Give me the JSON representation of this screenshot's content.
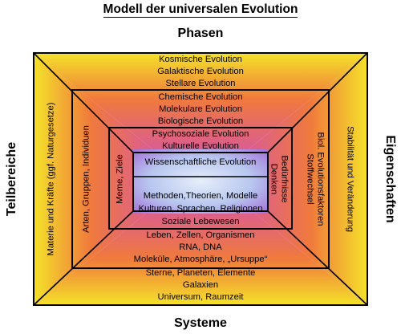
{
  "title": "Modell der universalen Evolution",
  "labels": {
    "top": "Phasen",
    "bottom": "Systeme",
    "left": "Teilbereiche",
    "right": "Eigenschaften"
  },
  "phases": [
    "Kosmische Evolution",
    "Galaktische Evolution",
    "Stellare Evolution",
    "Chemische Evolution",
    "Molekulare Evolution",
    "Biologische Evolution",
    "Psychosoziale Evolution",
    "Kulturelle Evolution",
    "Wissenschaftliche Evolution"
  ],
  "systems": [
    "Methoden,Theorien, Modelle",
    "Kulturen, Sprachen, Religionen",
    "Soziale Lebewesen",
    "Leben, Zellen, Organismen",
    "RNA, DNA",
    "Moleküle, Atmosphäre, „Ursuppe“",
    "Sterne, Planeten, Elemente",
    "Galaxien",
    "Universum, Raumzeit"
  ],
  "subareas": {
    "outer": "Materie und Kräfte (ggf. Naturgesetze)",
    "middle": "Arten, Gruppen, Individuen",
    "inner": "Meme, Ziele"
  },
  "properties": {
    "outer": "Stabilität und Veränderung",
    "middle_line1": "Biol. Evolutionsfaktoren",
    "middle_line2": "Stoffwechsel",
    "inner_line1": "Bedürfnisse",
    "inner_line2": "Denken"
  },
  "colors": {
    "outer_edge": "#f5e22a",
    "warm": "#f07a3c",
    "pink": "#d85a9a",
    "violet": "#a36fd8",
    "center": "#c9d9f4"
  }
}
